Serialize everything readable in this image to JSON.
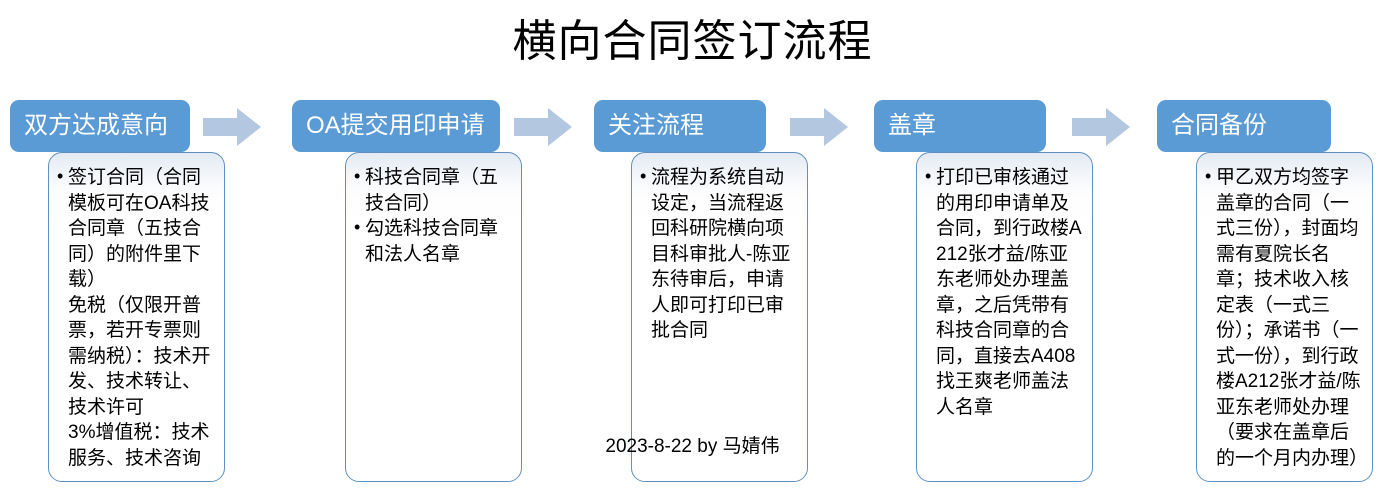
{
  "slide": {
    "title": "横向合同签订流程",
    "footer_note": "2023-8-22  by 马婧伟",
    "colors": {
      "header_fill": "#5B9BD5",
      "card_border": "#5D90C0",
      "card_fill_top": "#E3EAF3",
      "arrow_fill": "#B4C7E0",
      "text": "#000000",
      "header_text": "#FFFFFF"
    }
  },
  "stages": [
    {
      "header": "双方达成意向",
      "bullets": [
        {
          "bulleted": true,
          "text": "签订合同（合同模板可在OA科技合同章（五技合同）的附件里下载）"
        },
        {
          "bulleted": false,
          "text": "免税（仅限开普票，若开专票则需纳税）：技术开发、技术转让、技术许可"
        },
        {
          "bulleted": false,
          "text": "3%增值税：技术服务、技术咨询"
        }
      ]
    },
    {
      "header": "OA提交用印申请",
      "bullets": [
        {
          "bulleted": true,
          "text": "科技合同章（五技合同）"
        },
        {
          "bulleted": true,
          "text": "勾选科技合同章和法人名章"
        }
      ]
    },
    {
      "header": "关注流程",
      "bullets": [
        {
          "bulleted": true,
          "text": "流程为系统自动设定，当流程返回科研院横向项目科审批人-陈亚东待审后，申请人即可打印已审批合同"
        }
      ]
    },
    {
      "header": "盖章",
      "bullets": [
        {
          "bulleted": true,
          "text": "打印已审核通过的用印申请单及合同，到行政楼A212张才益/陈亚东老师处办理盖章，之后凭带有科技合同章的合同，直接去A408找王爽老师盖法人名章"
        }
      ]
    },
    {
      "header": "合同备份",
      "bullets": [
        {
          "bulleted": true,
          "text": "甲乙双方均签字盖章的合同（一式三份），封面均需有夏院长名章；技术收入核定表（一式三份）；承诺书（一式一份），到行政楼A212张才益/陈亚东老师处办理（要求在盖章后的一个月内办理）"
        }
      ]
    }
  ],
  "arrows": [
    {
      "name": "arrow-1"
    },
    {
      "name": "arrow-2"
    },
    {
      "name": "arrow-3"
    },
    {
      "name": "arrow-4"
    }
  ]
}
